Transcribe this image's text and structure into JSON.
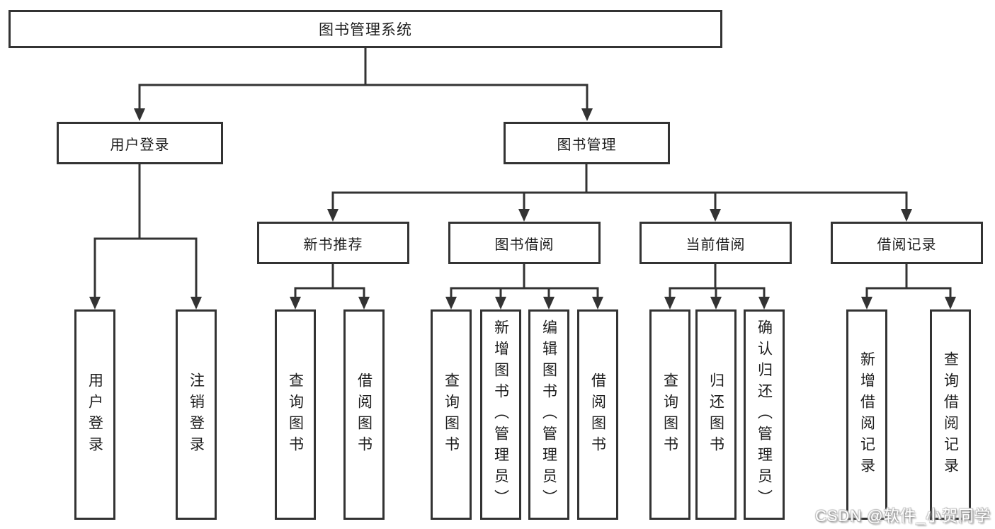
{
  "title": "图书管理系统",
  "level2": [
    {
      "label": "用户登录"
    },
    {
      "label": "图书管理"
    }
  ],
  "level3": [
    {
      "label": "新书推荐"
    },
    {
      "label": "图书借阅"
    },
    {
      "label": "当前借阅"
    },
    {
      "label": "借阅记录"
    }
  ],
  "leaves": {
    "user": [
      "用户登录",
      "注销登录"
    ],
    "recommend": [
      "查询图书",
      "借阅图书"
    ],
    "borrow": [
      "查询图书",
      "新增图书（管理员）",
      "编辑图书（管理员）",
      "借阅图书"
    ],
    "current": [
      "查询图书",
      "归还图书",
      "确认归还（管理员）"
    ],
    "records": [
      "新增借阅记录",
      "查询借阅记录"
    ]
  },
  "watermark": "CSDN @软件_小贺同学",
  "colors": {
    "line": "#333333",
    "text": "#1c1c1c",
    "background": "#ffffff"
  }
}
